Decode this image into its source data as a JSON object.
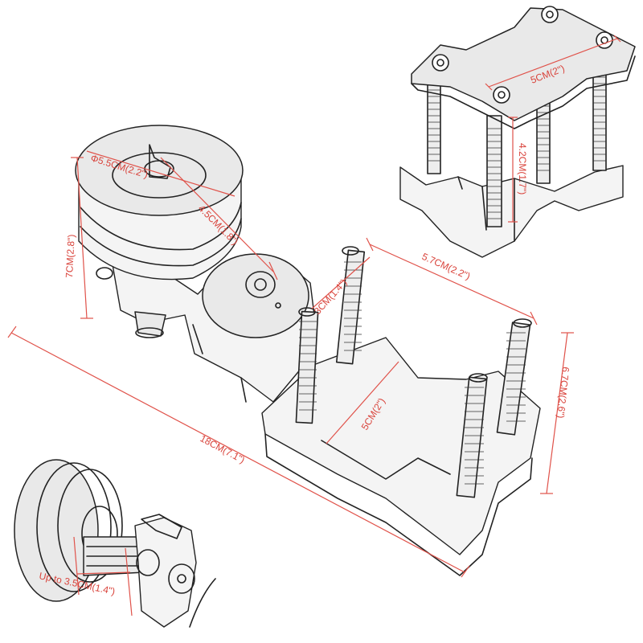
{
  "dimensions": {
    "width_top": "5CM(2\")",
    "height_top": "4.2CM(1.7\")",
    "pulley_diameter": "Φ5.5CM(2.2\")",
    "arm_length": "4.5CM(1.8\")",
    "total_height": "7CM(2.8\")",
    "stud_spacing": "5.7CM(2.2\")",
    "stud_small": "3CM(1.4\")",
    "base_width": "5CM(2\")",
    "base_height": "6.7CM(2.6\")",
    "total_length": "18CM(7.1\")",
    "shaft_length": "Up to 3.5CM(1.4\")"
  },
  "colors": {
    "dimension": "#d9433b",
    "ink": "#222222"
  }
}
